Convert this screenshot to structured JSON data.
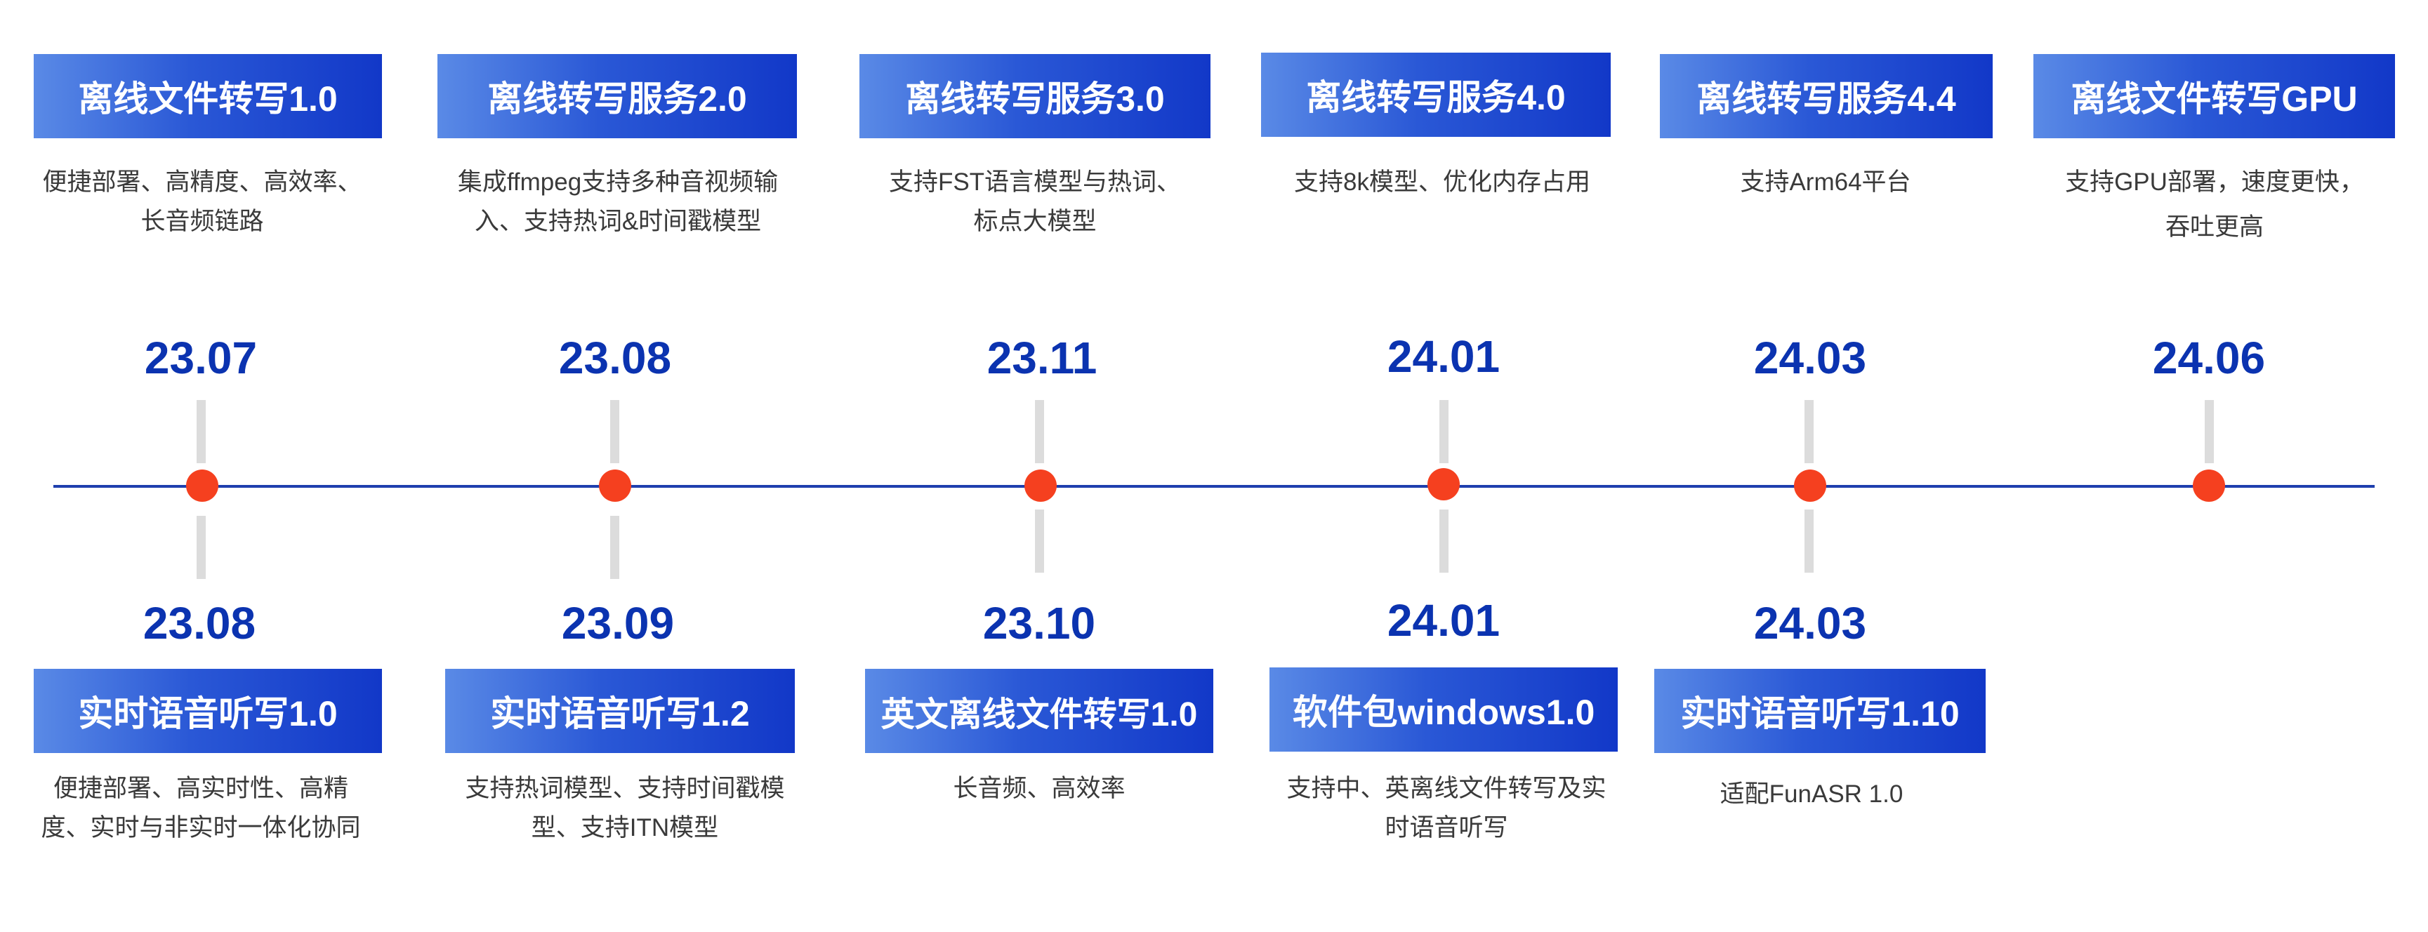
{
  "top_items": [
    {
      "title": "离线文件转写1.0",
      "date": "23.07",
      "desc": [
        "便捷部署、高精度、高效率、",
        "长音频链路"
      ]
    },
    {
      "title": "离线转写服务2.0",
      "date": "23.08",
      "desc": [
        "集成ffmpeg支持多种音视频输",
        "入、支持热词&时间戳模型"
      ]
    },
    {
      "title": "离线转写服务3.0",
      "date": "23.11",
      "desc": [
        "支持FST语言模型与热词、",
        "标点大模型"
      ]
    },
    {
      "title": "离线转写服务4.0",
      "date": "24.01",
      "desc": [
        "支持8k模型、优化内存占用"
      ]
    },
    {
      "title": "离线转写服务4.4",
      "date": "24.03",
      "desc": [
        "支持Arm64平台"
      ]
    },
    {
      "title": "离线文件转写GPU",
      "date": "24.06",
      "desc": [
        "支持GPU部署，速度更快，",
        "吞吐更高"
      ]
    }
  ],
  "bottom_items": [
    {
      "title": "实时语音听写1.0",
      "date": "23.08",
      "desc": [
        "便捷部署、高实时性、高精",
        "度、实时与非实时一体化协同"
      ]
    },
    {
      "title": "实时语音听写1.2",
      "date": "23.09",
      "desc": [
        "支持热词模型、支持时间戳模",
        "型、支持ITN模型"
      ]
    },
    {
      "title": "英文离线文件转写1.0",
      "date": "23.10",
      "desc": [
        "长音频、高效率"
      ]
    },
    {
      "title": "软件包windows1.0",
      "date": "24.01",
      "desc": [
        "支持中、英离线文件转写及实",
        "时语音听写"
      ]
    },
    {
      "title": "实时语音听写1.10",
      "date": "24.03",
      "desc": [
        "适配FunASR 1.0"
      ]
    }
  ],
  "colors": {
    "date_text": "#0b33b0",
    "dot": "#f5401f",
    "axis": "#1f3fae",
    "stem": "#dcdcdc",
    "box_gradient_start": "#5a8ae6",
    "box_gradient_end": "#1238c8"
  }
}
